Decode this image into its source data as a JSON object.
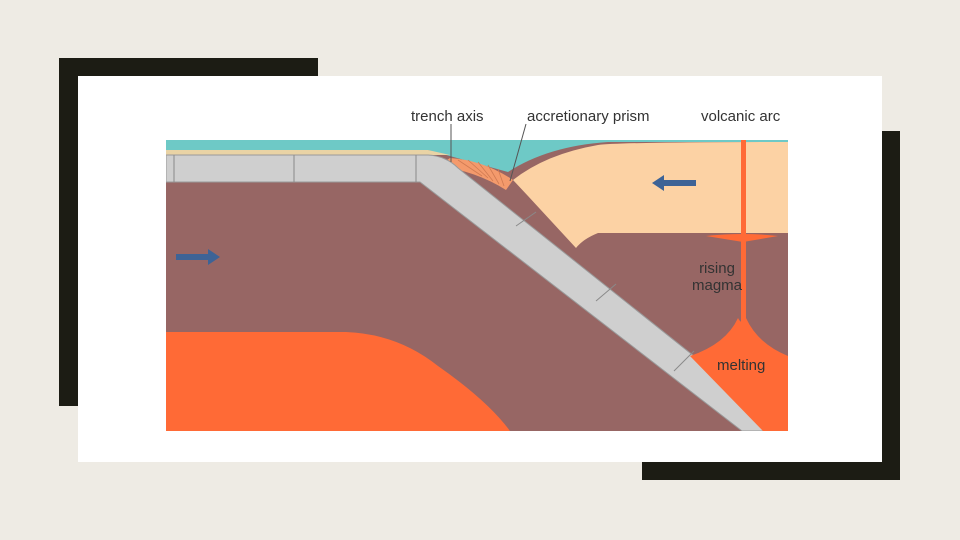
{
  "labels": {
    "trench_axis": "trench axis",
    "accretionary_prism": "accretionary prism",
    "volcanic_arc": "volcanic arc",
    "rising_magma_line1": "rising",
    "rising_magma_line2": "magma",
    "melting": "melting"
  },
  "colors": {
    "background": "#eeebe4",
    "frame": "#1c1c14",
    "ocean": "#6ec9c6",
    "continental_crust": "#fcd2a4",
    "mantle": "#976664",
    "subducting_plate": "#cfcfcf",
    "asthenosphere": "#ff6a36",
    "melt": "#ff6a36",
    "arrow": "#3d6396"
  }
}
